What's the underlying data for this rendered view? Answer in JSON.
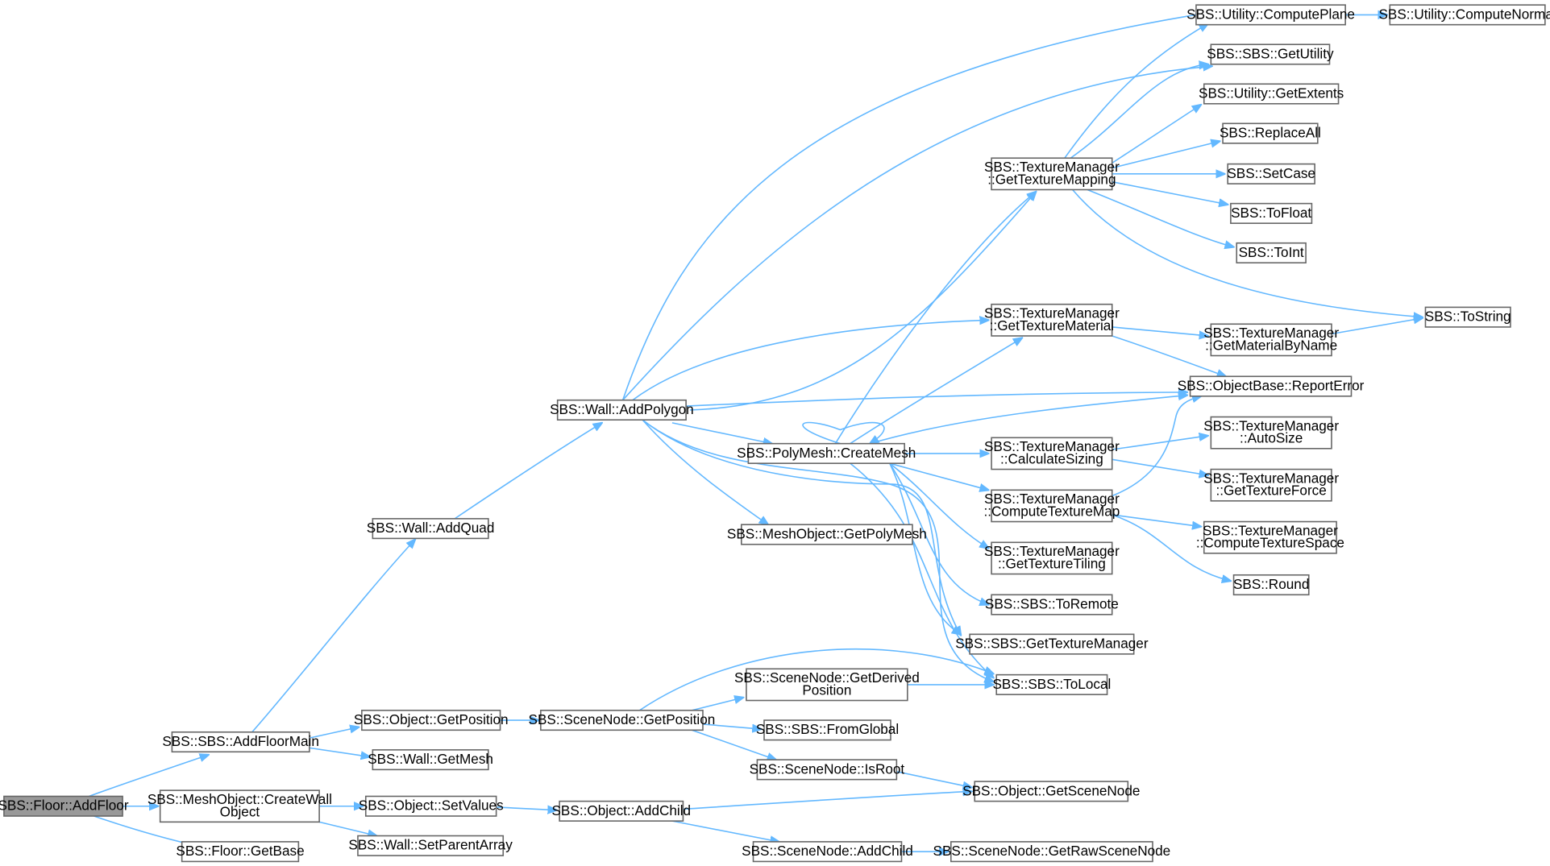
{
  "colors": {
    "edge": "#63b8ff",
    "node_border": "#666666",
    "root_fill": "#999999",
    "node_fill": "#ffffff"
  },
  "nodes": {
    "addfloor": [
      "SBS::Floor::AddFloor"
    ],
    "addfloormain": [
      "SBS::SBS::AddFloorMain"
    ],
    "createwallobject": [
      "SBS::MeshObject::CreateWall",
      "Object"
    ],
    "floorgetbase": [
      "SBS::Floor::GetBase"
    ],
    "addquad": [
      "SBS::Wall::AddQuad"
    ],
    "objgetposition": [
      "SBS::Object::GetPosition"
    ],
    "wallgetmesh": [
      "SBS::Wall::GetMesh"
    ],
    "setvalues": [
      "SBS::Object::SetValues"
    ],
    "setparentarray": [
      "SBS::Wall::SetParentArray"
    ],
    "addpolygon": [
      "SBS::Wall::AddPolygon"
    ],
    "scenenodegetposition": [
      "SBS::SceneNode::GetPosition"
    ],
    "objaddchild": [
      "SBS::Object::AddChild"
    ],
    "createmesh": [
      "SBS::PolyMesh::CreateMesh"
    ],
    "getpolymesh": [
      "SBS::MeshObject::GetPolyMesh"
    ],
    "getderivedposition": [
      "SBS::SceneNode::GetDerived",
      "Position"
    ],
    "fromglobal": [
      "SBS::SBS::FromGlobal"
    ],
    "isroot": [
      "SBS::SceneNode::IsRoot"
    ],
    "scenenodeaddchild": [
      "SBS::SceneNode::AddChild"
    ],
    "gettexturemapping": [
      "SBS::TextureManager",
      "::GetTextureMapping"
    ],
    "gettexturematerial": [
      "SBS::TextureManager",
      "::GetTextureMaterial"
    ],
    "calculatesizing": [
      "SBS::TextureManager",
      "::CalculateSizing"
    ],
    "computetexturemap": [
      "SBS::TextureManager",
      "::ComputeTextureMap"
    ],
    "gettexturetiling": [
      "SBS::TextureManager",
      "::GetTextureTiling"
    ],
    "toremote": [
      "SBS::SBS::ToRemote"
    ],
    "gettexturemanager": [
      "SBS::SBS::GetTextureManager"
    ],
    "tolocal": [
      "SBS::SBS::ToLocal"
    ],
    "getscenenode": [
      "SBS::Object::GetSceneNode"
    ],
    "getrawscenenode": [
      "SBS::SceneNode::GetRawSceneNode"
    ],
    "computeplane": [
      "SBS::Utility::ComputePlane"
    ],
    "getutility": [
      "SBS::SBS::GetUtility"
    ],
    "getextents": [
      "SBS::Utility::GetExtents"
    ],
    "replaceall": [
      "SBS::ReplaceAll"
    ],
    "setcase": [
      "SBS::SetCase"
    ],
    "tofloat": [
      "SBS::ToFloat"
    ],
    "toint": [
      "SBS::ToInt"
    ],
    "getmaterialbyname": [
      "SBS::TextureManager",
      "::GetMaterialByName"
    ],
    "reporterror": [
      "SBS::ObjectBase::ReportError"
    ],
    "autosize": [
      "SBS::TextureManager",
      "::AutoSize"
    ],
    "gettextureforce": [
      "SBS::TextureManager",
      "::GetTextureForce"
    ],
    "computetexturespace": [
      "SBS::TextureManager",
      "::ComputeTextureSpace"
    ],
    "round": [
      "SBS::Round"
    ],
    "computenormal": [
      "SBS::Utility::ComputeNormal"
    ],
    "tostring": [
      "SBS::ToString"
    ]
  }
}
